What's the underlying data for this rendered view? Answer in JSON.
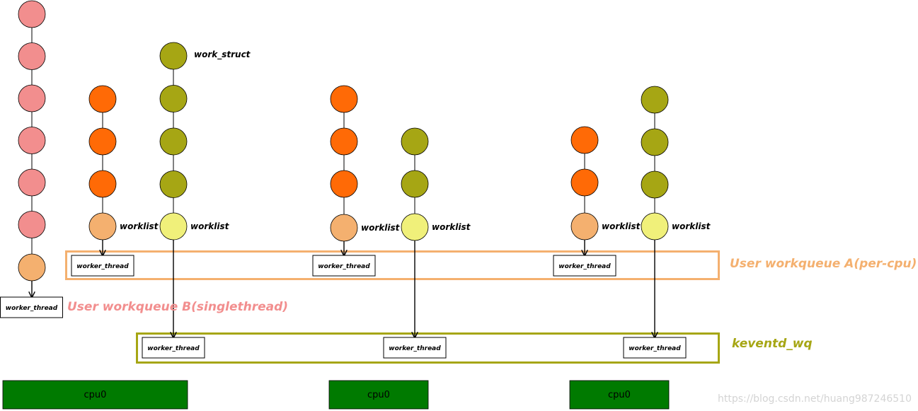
{
  "colors": {
    "node_pink": "#f28e8e",
    "node_orange": "#ff6a06",
    "node_orange_light": "#f4b06f",
    "node_olive": "#a6a614",
    "node_yellow_light": "#f0f07a",
    "wq_a_border": "#f4b06f",
    "wq_b_text": "#f28e8e",
    "keventd_border": "#a6a614",
    "cpu_fill": "#007a00"
  },
  "labels": {
    "work_struct": "work_struct",
    "worklist": "worklist",
    "worker_thread": "worker_thread",
    "cpu": "cpu0",
    "wq_a": "User workqueue A(per-cpu)",
    "wq_b": "User workqueue B(singlethread)",
    "keventd": "keventd_wq",
    "watermark": "https://blog.csdn.net/huang987246510"
  },
  "chains": [
    {
      "id": "b",
      "color_key": "node_pink",
      "length": 6,
      "worklist_color_key": "node_orange_light",
      "show_worklist_label": false
    },
    {
      "id": "a0",
      "color_key": "node_orange",
      "length": 3,
      "worklist_color_key": "node_orange_light",
      "show_worklist_label": true
    },
    {
      "id": "k0",
      "color_key": "node_olive",
      "length": 4,
      "worklist_color_key": "node_yellow_light",
      "show_worklist_label": true,
      "work_struct_label": true
    },
    {
      "id": "a1",
      "color_key": "node_orange",
      "length": 3,
      "worklist_color_key": "node_orange_light",
      "show_worklist_label": true
    },
    {
      "id": "k1",
      "color_key": "node_olive",
      "length": 2,
      "worklist_color_key": "node_yellow_light",
      "show_worklist_label": true
    },
    {
      "id": "a2",
      "color_key": "node_orange",
      "length": 2,
      "worklist_color_key": "node_orange_light",
      "show_worklist_label": true
    },
    {
      "id": "k2",
      "color_key": "node_olive",
      "length": 3,
      "worklist_color_key": "node_yellow_light",
      "show_worklist_label": true
    }
  ],
  "cpus": [
    "cpu0",
    "cpu0",
    "cpu0"
  ]
}
